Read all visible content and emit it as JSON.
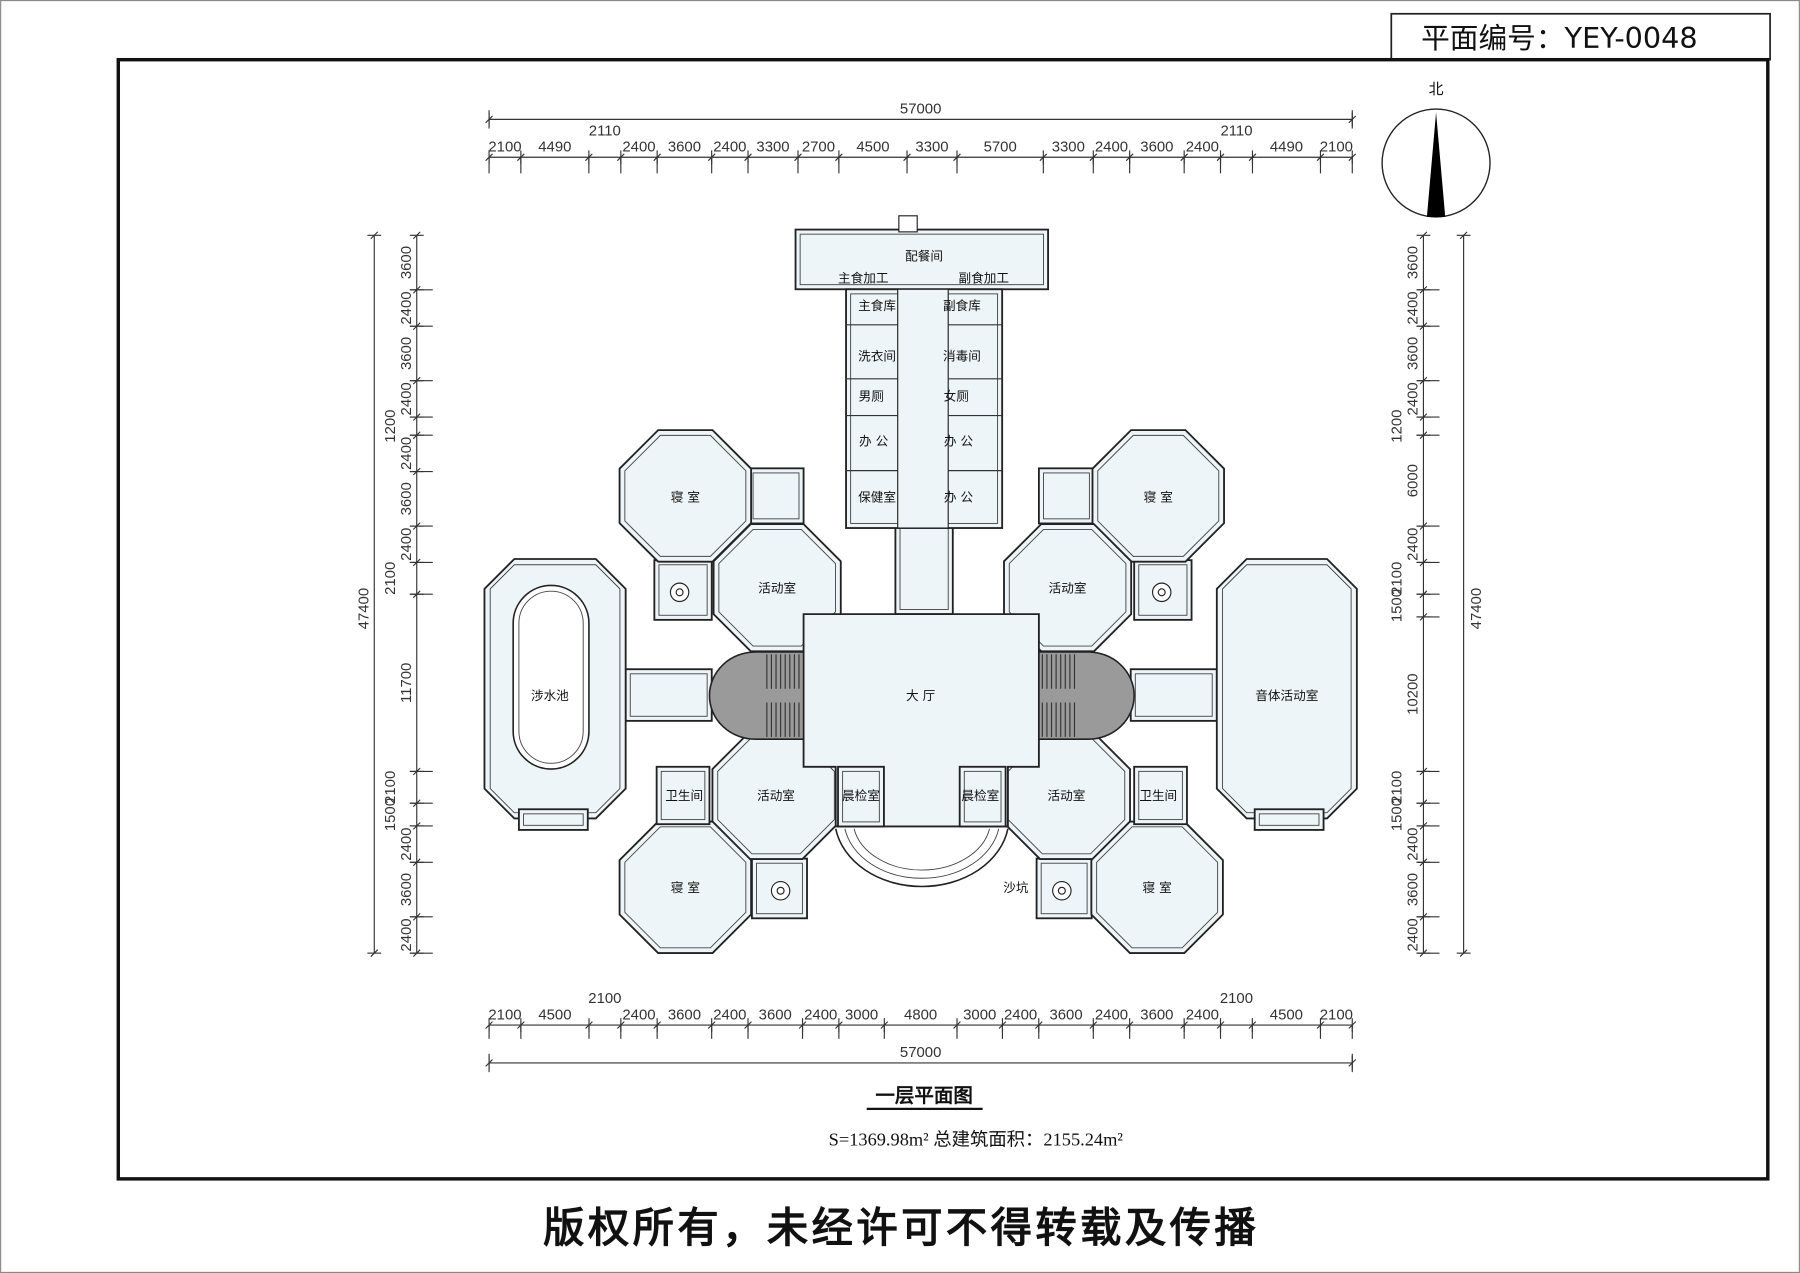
{
  "sheet": {
    "plan_number": "平面编号：YEY-0048",
    "north_label": "北",
    "copyright": "版权所有，未经许可不得转载及传播",
    "caption": "一层平面图",
    "area_text": "S=1369.98m² 总建筑面积：2155.24m²"
  },
  "dimensions": {
    "top_total": "57000",
    "top_chain": [
      2100,
      4490,
      2110,
      2400,
      3600,
      2400,
      3300,
      2700,
      4500,
      3300,
      5700,
      3300,
      2400,
      3600,
      2400,
      2110,
      4490,
      2100
    ],
    "bottom_total": "57000",
    "bottom_chain": [
      2100,
      4500,
      2100,
      2400,
      3600,
      2400,
      3600,
      2400,
      3000,
      4800,
      3000,
      2400,
      3600,
      2400,
      3600,
      2400,
      2100,
      4500,
      2100
    ],
    "left_total": "47400",
    "left_chain": [
      3600,
      2400,
      3600,
      2400,
      1200,
      2400,
      3600,
      2400,
      2100,
      11700,
      2100,
      1500,
      2400,
      3600,
      2400
    ],
    "right_total": "47400",
    "right_chain": [
      3600,
      2400,
      3600,
      2400,
      1200,
      6000,
      2400,
      2100,
      1500,
      10200,
      2100,
      1500,
      2400,
      3600,
      2400
    ]
  },
  "rooms": {
    "serving": "配餐间",
    "staple_processing": "主食加工",
    "nonstaple_processing": "副食加工",
    "staple_store": "主食库",
    "nonstaple_store": "副食库",
    "laundry": "洗衣间",
    "disinfection": "消毒间",
    "mens_wc": "男厕",
    "womens_wc": "女厕",
    "office_1": "办 公",
    "office_2": "办 公",
    "office_3": "办 公",
    "health_room": "保健室",
    "bedroom_tl": "寝 室",
    "bedroom_tr": "寝 室",
    "bedroom_bl": "寝 室",
    "bedroom_br": "寝 室",
    "activity_tl": "活动室",
    "activity_tr": "活动室",
    "activity_bl": "活动室",
    "activity_br": "活动室",
    "wading_pool": "涉水池",
    "music_pe_room": "音体活动室",
    "hall": "大 厅",
    "morning_check_l": "晨检室",
    "morning_check_r": "晨检室",
    "toilet_l": "卫生间",
    "toilet_r": "卫生间",
    "sandpit": "沙坑"
  }
}
